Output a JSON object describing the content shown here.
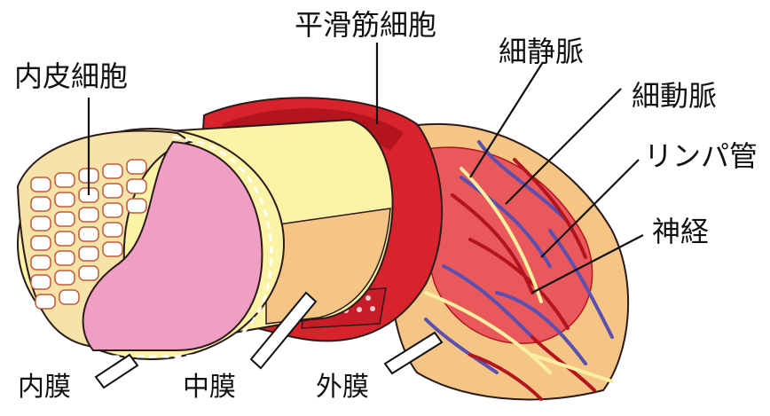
{
  "labels": {
    "smooth_muscle_cell": "平滑筋細胞",
    "endothelial_cell": "内皮細胞",
    "venule": "細静脈",
    "arteriole": "細動脈",
    "lymph_vessel": "リンパ管",
    "nerve": "神経",
    "tunica_intima": "内膜",
    "tunica_media": "中膜",
    "tunica_adventitia": "外膜"
  },
  "colors": {
    "endothelium_pink": "#ef9fc3",
    "intima_yellow": "#fbf3a6",
    "media_red": "#d8232c",
    "media_dark": "#b3141e",
    "adventitia_peach": "#f5c585",
    "adventitia_inner": "#e9585b",
    "vein_blue": "#5b4fb0",
    "nerve_cream": "#f9efa0",
    "outline": "#2a1a1a"
  }
}
